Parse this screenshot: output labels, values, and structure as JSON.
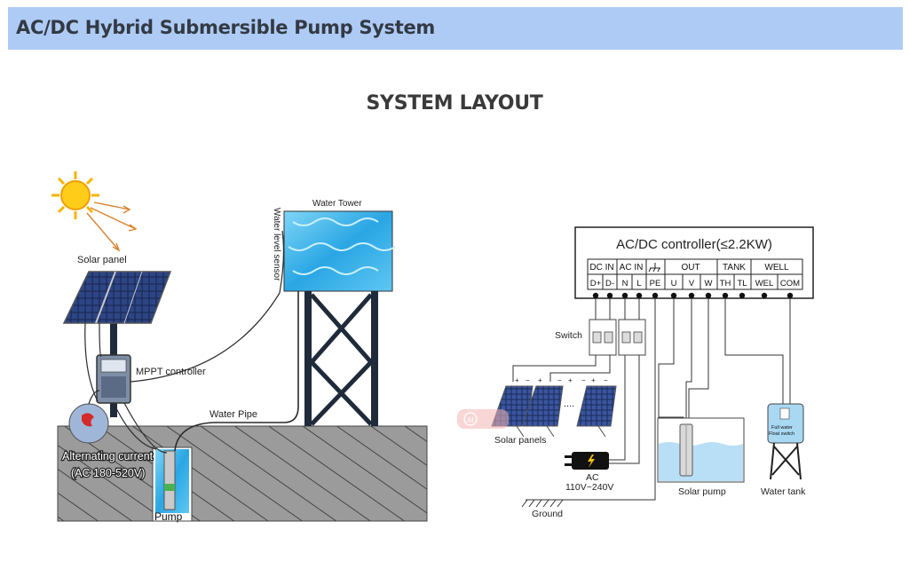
{
  "header": {
    "title": "AC/DC Hybrid Submersible Pump System"
  },
  "section": {
    "title": "SYSTEM LAYOUT"
  },
  "left_diagram": {
    "solar_panel_label": "Solar panel",
    "water_tower_label": "Water Tower",
    "sensor_label": "Water level sensor",
    "mppt_label": "MPPT controller",
    "pipe_label": "Water Pipe",
    "ac_label_line1": "Alternating current",
    "ac_label_line2": "(AC 180-520V)",
    "pump_label": "Pump"
  },
  "right_diagram": {
    "controller_title": "AC/DC controller(≤2.2KW)",
    "groups": {
      "dc_in": "DC IN",
      "ac_in": "AC IN",
      "out": "OUT",
      "tank": "TANK",
      "well": "WELL"
    },
    "terminals": [
      "D+",
      "D-",
      "N",
      "L",
      "PE",
      "U",
      "V",
      "W",
      "TH",
      "TL",
      "WEL",
      "COM"
    ],
    "switch_label": "Switch",
    "solar_panels_label": "Solar panels",
    "dots": "....",
    "ac_label": "AC",
    "ac_voltage": "110V~240V",
    "ground_label": "Ground",
    "pump_label": "Solar pump",
    "tank_label": "Water tank",
    "float_line1": "Full water",
    "float_line2": "Float switch",
    "watermark": "AI"
  }
}
